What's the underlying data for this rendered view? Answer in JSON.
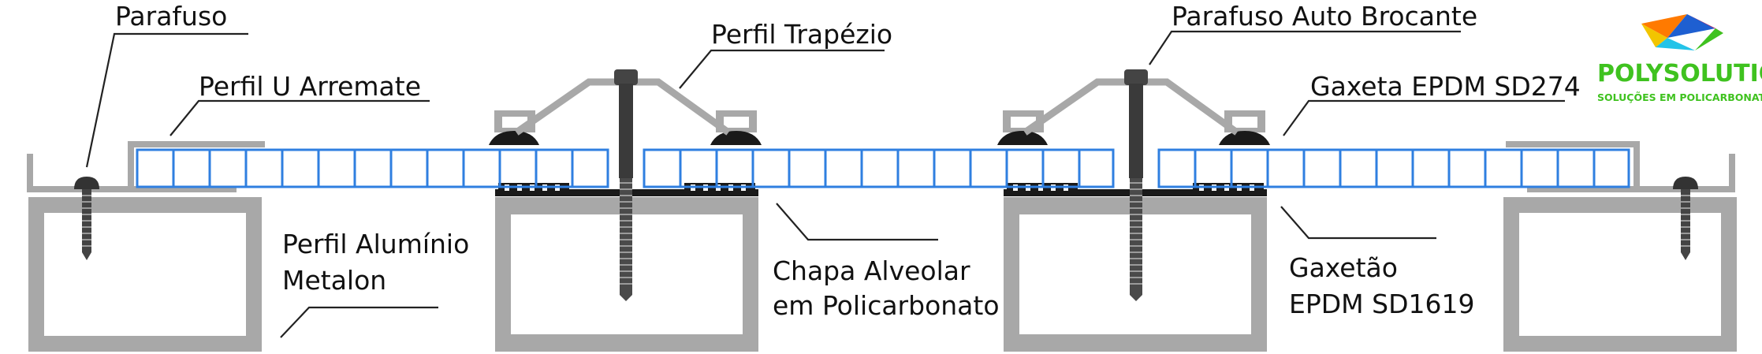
{
  "labels": {
    "parafuso": "Parafuso",
    "perfil_u": "Perfil U Arremate",
    "perfil_trapezio": "Perfil Trapézio",
    "parafuso_auto": "Parafuso Auto Brocante",
    "gaxeta": "Gaxeta  EPDM SD274",
    "perfil_aluminio_1": "Perfil Alumínio",
    "perfil_aluminio_2": "Metalon",
    "chapa_1": "Chapa Alveolar",
    "chapa_2": "em Policarbonato",
    "gaxetao_1": "Gaxetão",
    "gaxetao_2": "EPDM SD1619"
  },
  "logo": {
    "name": "POLYSOLUTION",
    "tagline": "SOLUÇÕES EM POLICARBONATO"
  },
  "colors": {
    "panel_blue": "#2f7fe0",
    "aluminium": "#a8a8a8",
    "aluminium_dark": "#7a7a7a",
    "gasket": "#1a1a1a",
    "logo_green": "#3fc21f",
    "text": "#111111"
  }
}
